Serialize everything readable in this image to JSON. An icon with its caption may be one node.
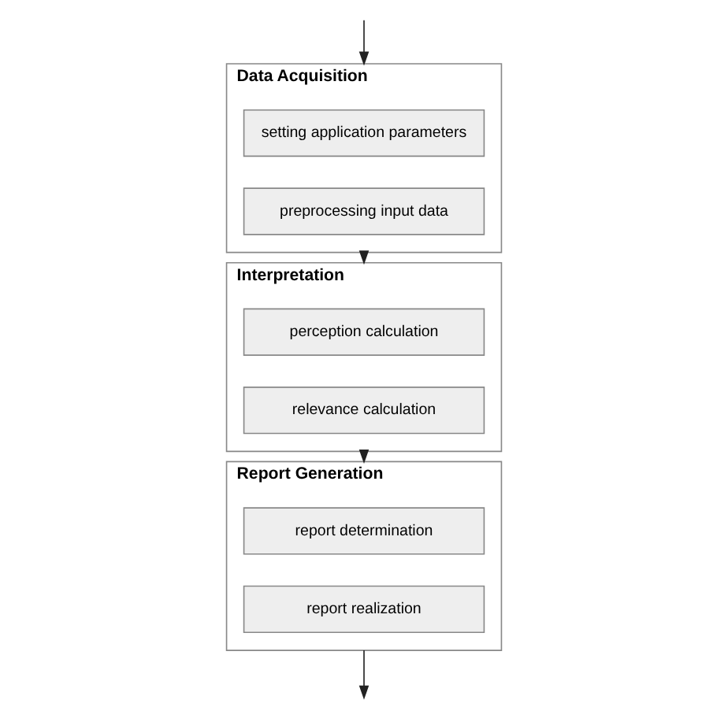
{
  "diagram": {
    "nodes": [
      {
        "text": [
          "Data Acquisition"
        ]
      },
      {
        "text": [
          "setting application parameters"
        ],
        "in": 0
      },
      {
        "text": [
          "preprocessing input data"
        ],
        "in": 0
      },
      {
        "text": [
          "Interpretation"
        ]
      },
      {
        "text": [
          "perception calculation"
        ],
        "in": 3
      },
      {
        "text": [
          "relevance calculation"
        ],
        "in": 3
      },
      {
        "text": [
          "Report Generation"
        ]
      },
      {
        "text": [
          "report determination"
        ],
        "in": 6
      },
      {
        "text": [
          "report realization"
        ],
        "in": 6
      }
    ],
    "edges": [
      {
        "from": null,
        "to": 0,
        "arrow": "to"
      },
      {
        "from": 0,
        "to": 3,
        "arrow": "to"
      },
      {
        "from": 3,
        "to": 6,
        "arrow": "to"
      },
      {
        "from": 6,
        "to": null,
        "arrow": "to"
      }
    ]
  }
}
